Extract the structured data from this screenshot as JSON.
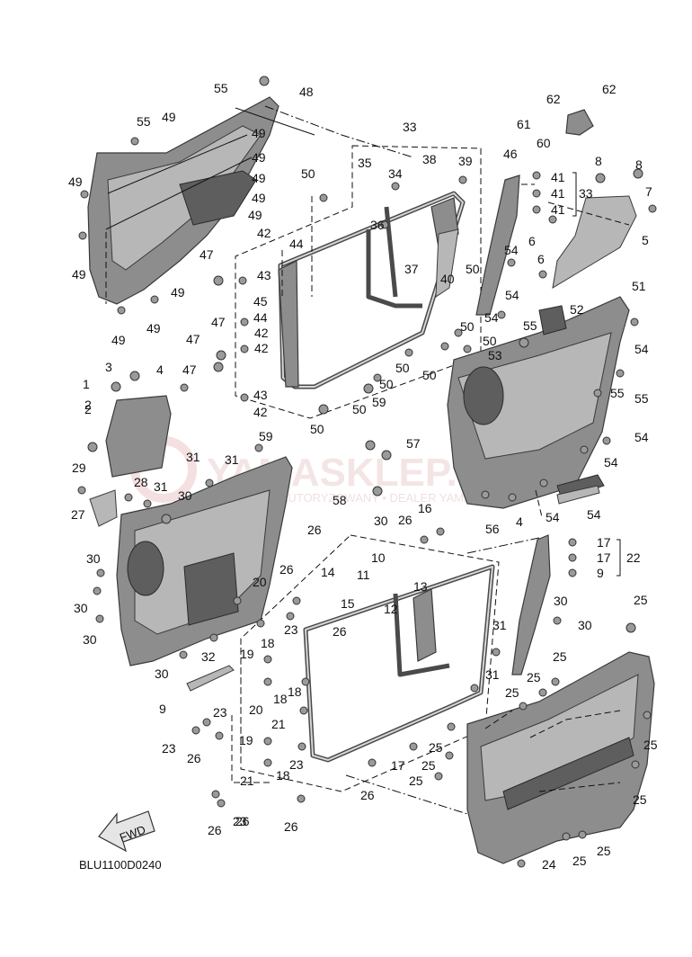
{
  "diagram_code": "BLU1100D0240",
  "direction_label": "FWD",
  "watermark": {
    "brand": "YAMASKLEP.PL",
    "tagline": "ODBIORCA • AUTORYZOWANY • DEALER YAMAHA"
  },
  "callouts": [
    "55",
    "48",
    "55",
    "49",
    "49",
    "49",
    "49",
    "49",
    "49",
    "49",
    "49",
    "49",
    "49",
    "49",
    "33",
    "35",
    "34",
    "38",
    "39",
    "50",
    "36",
    "44",
    "42",
    "43",
    "45",
    "44",
    "42",
    "42",
    "43",
    "42",
    "47",
    "47",
    "47",
    "47",
    "37",
    "40",
    "50",
    "50",
    "50",
    "50",
    "50",
    "50",
    "50",
    "50",
    "53",
    "46",
    "41",
    "41",
    "41",
    "33",
    "62",
    "62",
    "61",
    "60",
    "8",
    "8",
    "7",
    "5",
    "6",
    "6",
    "54",
    "54",
    "54",
    "52",
    "51",
    "55",
    "55",
    "55",
    "54",
    "54",
    "54",
    "54",
    "56",
    "54",
    "4",
    "3",
    "4",
    "1",
    "2",
    "2",
    "29",
    "28",
    "27",
    "31",
    "31",
    "31",
    "30",
    "59",
    "59",
    "57",
    "58",
    "30",
    "30",
    "30",
    "30",
    "30",
    "32",
    "9",
    "26",
    "26",
    "16",
    "10",
    "14",
    "11",
    "15",
    "12",
    "13",
    "26",
    "26",
    "20",
    "18",
    "19",
    "18",
    "20",
    "21",
    "18",
    "19",
    "18",
    "21",
    "23",
    "23",
    "23",
    "26",
    "26",
    "23",
    "23",
    "26",
    "26",
    "26",
    "17",
    "17",
    "17",
    "9",
    "22",
    "30",
    "30",
    "31",
    "31",
    "25",
    "25",
    "25",
    "25",
    "25",
    "25",
    "25",
    "25",
    "25",
    "25",
    "25",
    "24"
  ]
}
